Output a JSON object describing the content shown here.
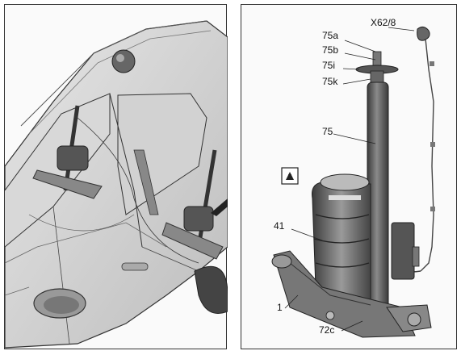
{
  "callouts": {
    "x62_8": "X62/8",
    "c75a": "75a",
    "c75b": "75b",
    "c75i": "75i",
    "c75k": "75k",
    "c75": "75",
    "c41": "41",
    "c1": "1",
    "c72c": "72c"
  },
  "colors": {
    "line": "#333333",
    "shade_dark": "#555555",
    "shade_mid": "#8a8a8a",
    "shade_light": "#c8c8c8",
    "panel_bg": "#fafafa"
  },
  "icons": [
    "car-cutaway-illustration",
    "air-strut-illustration",
    "warning-symbol-icon"
  ]
}
